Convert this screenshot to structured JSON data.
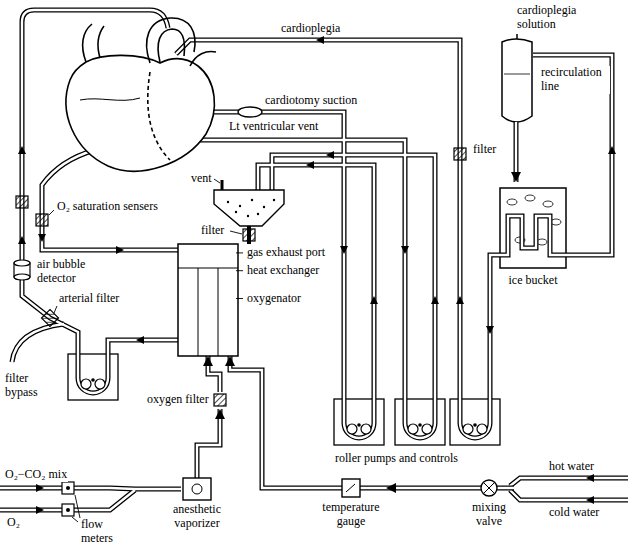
{
  "diagram": {
    "nodes": [
      {
        "text": [
          "cardioplegia solution"
        ]
      },
      {
        "text": [
          "ice bucket"
        ]
      },
      {
        "text": [
          "gas exhaust port",
          "heat exchanger",
          "oxygenator"
        ]
      },
      {
        "text": [
          "oxygen filter"
        ]
      },
      {
        "text": [
          "anesthetic vaporizer"
        ]
      },
      {
        "text": [
          "temperature gauge"
        ]
      },
      {
        "text": [
          "mixing valve"
        ]
      }
    ],
    "edges": [
      {
        "from": 0,
        "to": 1,
        "arrow": "to"
      },
      {
        "from": 4,
        "to": 3,
        "arrow": "to"
      },
      {
        "from": 3,
        "to": 2,
        "arrow": "to"
      },
      {
        "from": 6,
        "to": 5,
        "arrow": "to"
      },
      {
        "from": 5,
        "to": 2,
        "arrow": "to"
      }
    ],
    "labels": [
      "cardioplegia",
      "cardiotomy suction",
      "Lt ventricular vent",
      "recirculation line",
      "filter",
      "vent",
      "filter",
      "O₂ saturation sensers",
      "air bubble detector",
      "arterial filter",
      "filter bypass",
      "roller pumps and controls",
      "hot water",
      "cold water",
      "O₂−CO₂ mix",
      "O₂",
      "flow meters"
    ]
  }
}
